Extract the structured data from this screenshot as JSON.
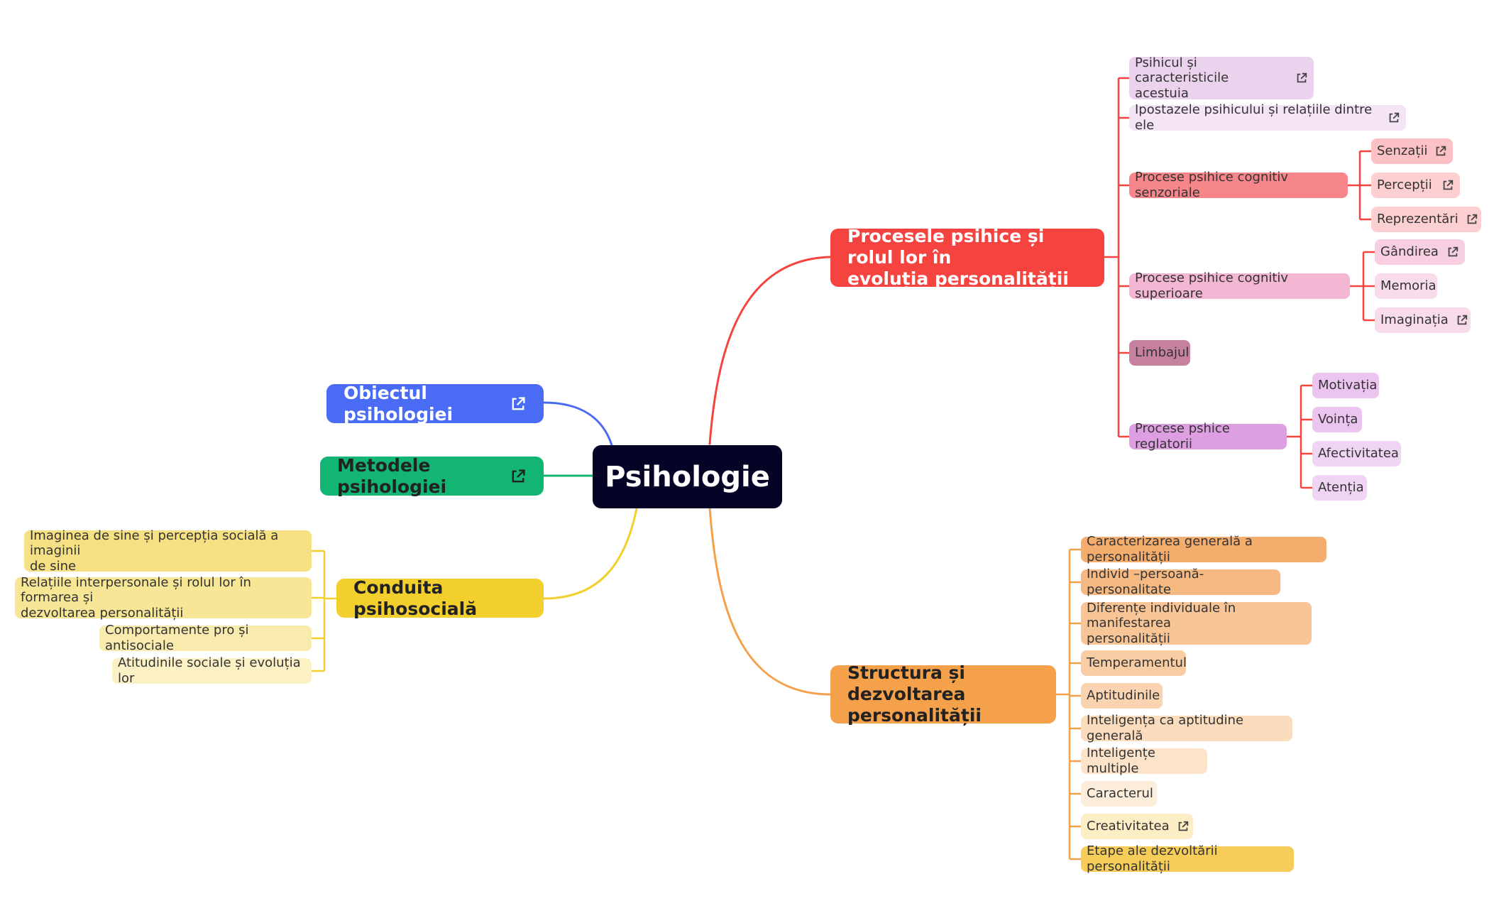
{
  "colors": {
    "root": "#050426",
    "red": "#f5433f",
    "orange": "#f5a04a",
    "blue": "#4a6cf5",
    "green": "#12b574",
    "yellow": "#f2cf2c"
  },
  "root": {
    "label": "Psihologie"
  },
  "procesele": {
    "label": "Procesele psihice și rolul lor în\nevoluția personalității",
    "psihicul": "Psihicul și caracteristicile\nacestuia",
    "ipostazele": "Ipostazele psihicului și relațiile dintre ele",
    "senzoriale": {
      "label": "Procese psihice cognitiv senzoriale",
      "items": [
        "Senzații",
        "Percepții",
        "Reprezentări"
      ]
    },
    "superioare": {
      "label": "Procese psihice cognitiv superioare",
      "items": [
        "Gândirea",
        "Memoria",
        "Imaginația"
      ]
    },
    "limbajul": "Limbajul",
    "reglatorii": {
      "label": "Procese pshice reglatorii",
      "items": [
        "Motivația",
        "Voința",
        "Afectivitatea",
        "Atenția"
      ]
    }
  },
  "structura": {
    "label": "Structura și dezvoltarea\npersonalității",
    "items": [
      "Caracterizarea generală a personalității",
      "Individ –persoană-personalitate",
      "Diferențe individuale în manifestarea\npersonalității",
      "Temperamentul",
      "Aptitudinile",
      "Inteligența ca aptitudine generală",
      "Inteligențe multiple",
      "Caracterul",
      "Creativitatea",
      "Etape ale dezvoltării personalității"
    ]
  },
  "obiectul": {
    "label": "Obiectul psihologiei"
  },
  "metodele": {
    "label": "Metodele psihologiei"
  },
  "conduita": {
    "label": "Conduita psihosocială",
    "items": [
      "Imaginea de sine și percepția socială a imaginii\nde sine",
      "Relațiile interpersonale și rolul lor în formarea și\ndezvoltarea personalității",
      "Comportamente pro și antisociale",
      "Atitudinile sociale și evoluția lor"
    ]
  }
}
